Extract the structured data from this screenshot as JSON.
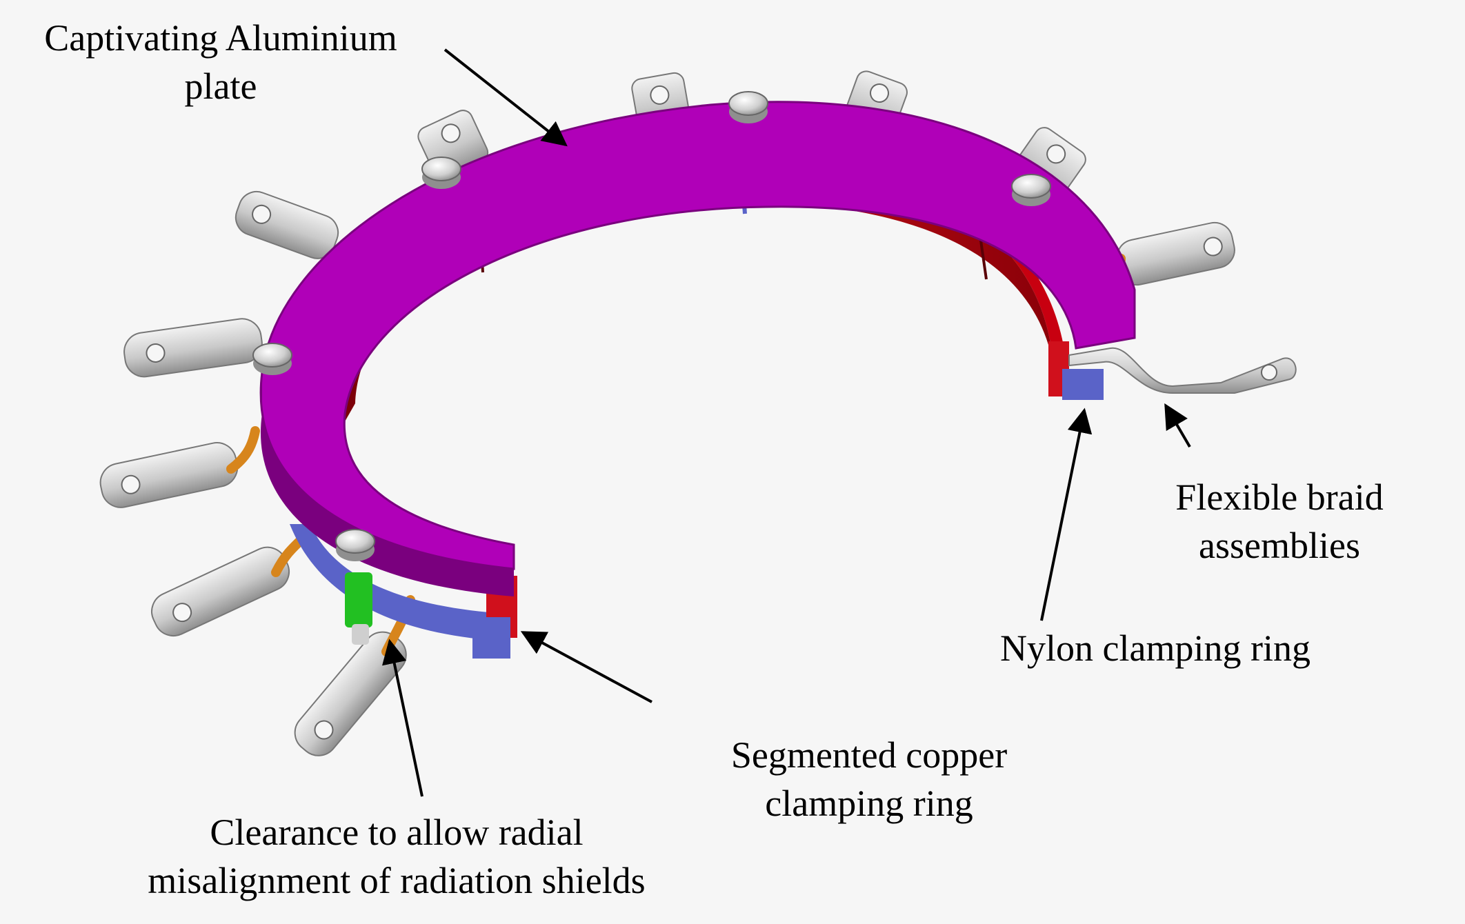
{
  "labels": {
    "aluminium_plate": {
      "line1": "Captivating Aluminium",
      "line2": "plate"
    },
    "flexible_braid": {
      "line1": "Flexible braid",
      "line2": "assemblies"
    },
    "nylon_ring": {
      "line1": "Nylon clamping ring"
    },
    "copper_ring": {
      "line1": "Segmented copper",
      "line2": "clamping ring"
    },
    "clearance": {
      "line1": "Clearance to allow radial",
      "line2": "misalignment of radiation shields"
    }
  },
  "colors": {
    "background": "#f6f6f6",
    "aluminium_plate": "#b000b8",
    "copper_segment": "#c80010",
    "nylon_ring": "#5a63c8",
    "braid": "#d7851c",
    "lug": "#c8c8c8",
    "spacer": "#22c022",
    "arrow": "#000000"
  },
  "icons": [
    "bolt-head-icon",
    "terminal-lug-icon",
    "arrow-icon"
  ]
}
